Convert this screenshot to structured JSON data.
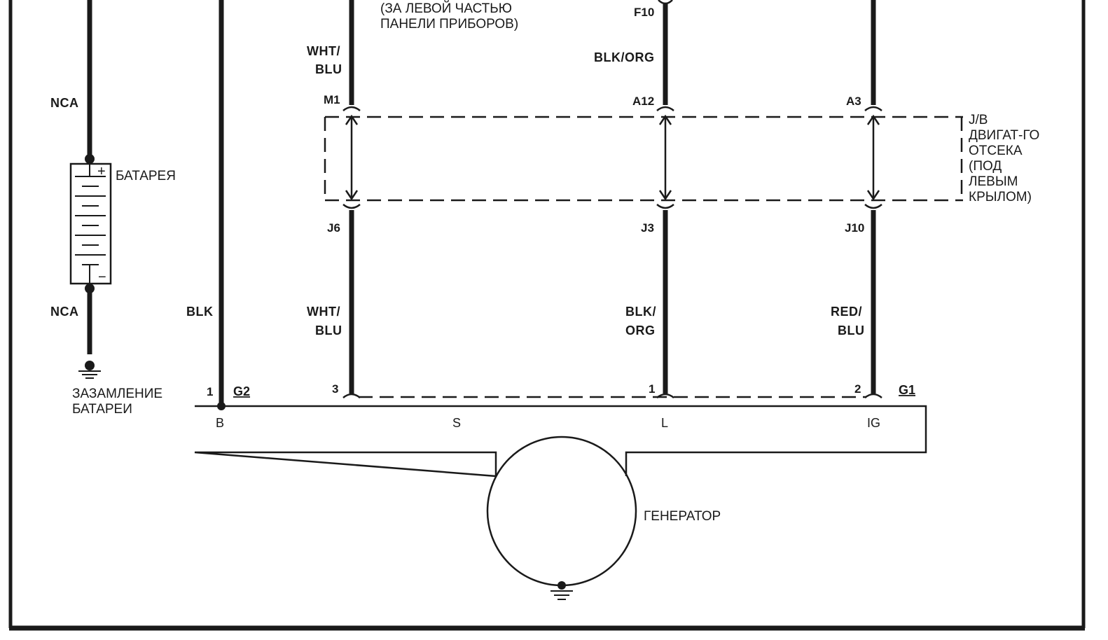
{
  "labels": {
    "location_top_1": "(ЗА ЛЕВОЙ ЧАСТЬЮ",
    "location_top_2": "ПАНЕЛИ ПРИБОРОВ)",
    "battery": "БАТАРЕЯ",
    "battery_ground_1": "ЗАЗАМЛЕНИЕ",
    "battery_ground_2": "БАТАРЕИ",
    "generator": "ГЕНЕРАТОР",
    "junction_box_1": "J/B",
    "junction_box_2": "ДВИГАТ-ГО",
    "junction_box_3": "ОТСЕКА",
    "junction_box_4": "(ПОД",
    "junction_box_5": "ЛЕВЫМ",
    "junction_box_6": "КРЫЛОМ)"
  },
  "wire_colors": {
    "nca_top": "NCA",
    "nca_bottom": "NCA",
    "blk": "BLK",
    "s_top_1": "WHT/",
    "s_top_2": "BLU",
    "s_bottom_1": "WHT/",
    "s_bottom_2": "BLU",
    "l_top": "BLK/ORG",
    "l_bottom_1": "BLK/",
    "l_bottom_2": "ORG",
    "ig_bottom_1": "RED/",
    "ig_bottom_2": "BLU"
  },
  "pins": {
    "f10": "F10",
    "m1": "M1",
    "a12": "A12",
    "a3": "A3",
    "j6": "J6",
    "j3": "J3",
    "j10": "J10",
    "pin_1_g2": "1",
    "pin_3": "3",
    "pin_1_g1": "1",
    "pin_2": "2"
  },
  "connectors": {
    "g2": "G2",
    "g1": "G1"
  },
  "terminals": {
    "b": "B",
    "s": "S",
    "l": "L",
    "ig": "IG"
  },
  "battery_signs": {
    "plus": "+",
    "minus": "−"
  }
}
